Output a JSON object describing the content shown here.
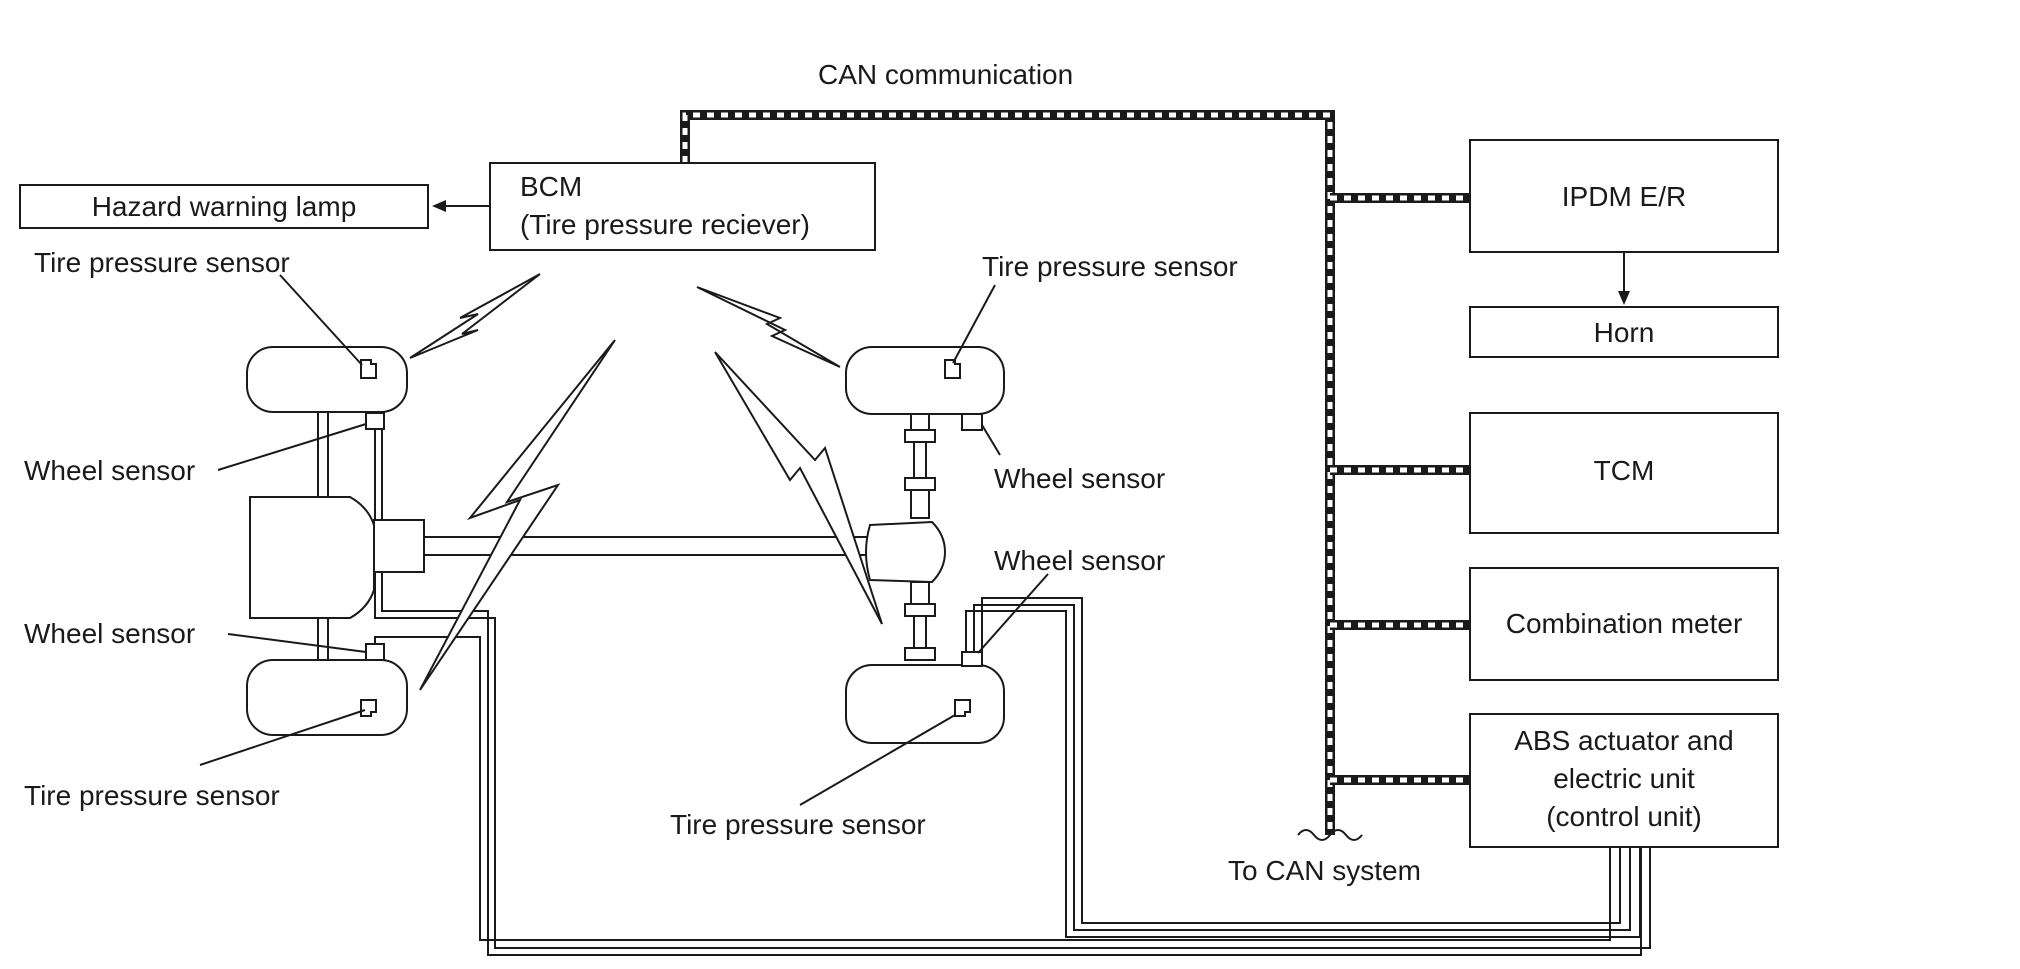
{
  "labels": {
    "can_communication": "CAN communication",
    "bcm_line1": "BCM",
    "bcm_line2": "(Tire pressure reciever)",
    "hazard_lamp": "Hazard warning lamp",
    "tps_front_left": "Tire pressure sensor",
    "tps_front_right": "Tire pressure sensor",
    "tps_rear_left": "Tire pressure sensor",
    "tps_rear_right": "Tire pressure sensor",
    "ws_front_left": "Wheel sensor",
    "ws_rear_left": "Wheel sensor",
    "ws_front_right": "Wheel sensor",
    "ws_rear_right": "Wheel sensor",
    "ipdm": "IPDM E/R",
    "horn": "Horn",
    "tcm": "TCM",
    "combination_meter": "Combination meter",
    "abs_line1": "ABS actuator and",
    "abs_line2": "electric unit",
    "abs_line3": "(control unit)",
    "to_can_system": "To CAN system"
  }
}
